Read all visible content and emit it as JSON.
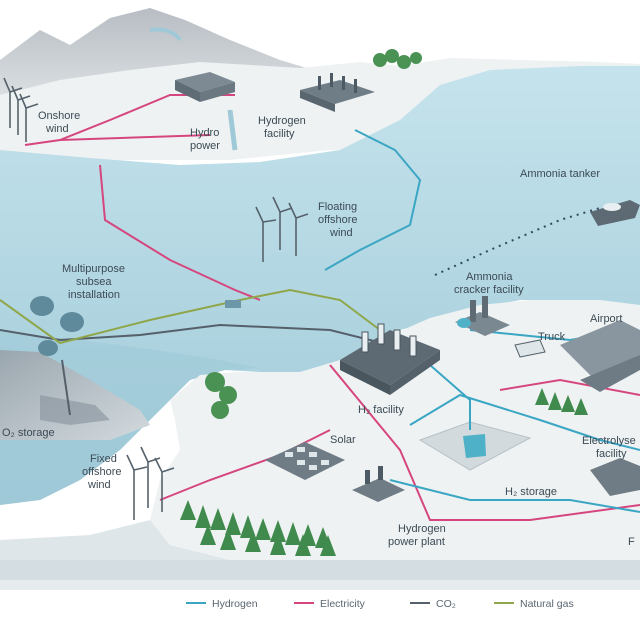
{
  "labels": {
    "onshore_wind": [
      "Onshore",
      "wind"
    ],
    "hydro_power": [
      "Hydro",
      "power"
    ],
    "hydrogen_facility": [
      "Hydrogen",
      "facility"
    ],
    "ammonia_tanker": "Ammonia tanker",
    "floating_offshore_wind": [
      "Floating",
      "offshore",
      "wind"
    ],
    "multipurpose_subsea": [
      "Multipurpose",
      "subsea",
      "installation"
    ],
    "ammonia_cracker": [
      "Ammonia",
      "cracker facility"
    ],
    "truck": "Truck",
    "airport": "Airport",
    "h2_facility": "H₂ facility",
    "co2_storage": "O₂ storage",
    "solar": "Solar",
    "electrolyser": [
      "Electrolyse",
      "facility"
    ],
    "fixed_offshore_wind": [
      "Fixed",
      "offshore",
      "wind"
    ],
    "h2_storage": "H₂ storage",
    "hydrogen_power_plant": [
      "Hydrogen",
      "power plant"
    ],
    "edge_fragment": "F"
  },
  "legend": [
    {
      "label": "Hydrogen",
      "color": "#3aa6c4",
      "key": "hydrogen"
    },
    {
      "label": "Electricity",
      "color": "#d6467e",
      "key": "electricity"
    },
    {
      "label": "CO₂",
      "color": "#55606a",
      "key": "co2"
    },
    {
      "label": "Natural gas",
      "color": "#8fa64a",
      "key": "gas"
    }
  ],
  "colors": {
    "sea": "#b9dce6",
    "sea_deep": "#a5cfdc",
    "land": "#eef2f3",
    "land_shade": "#dfe6e9",
    "mountain": "#c9ced3",
    "tree": "#3f8a4c"
  }
}
